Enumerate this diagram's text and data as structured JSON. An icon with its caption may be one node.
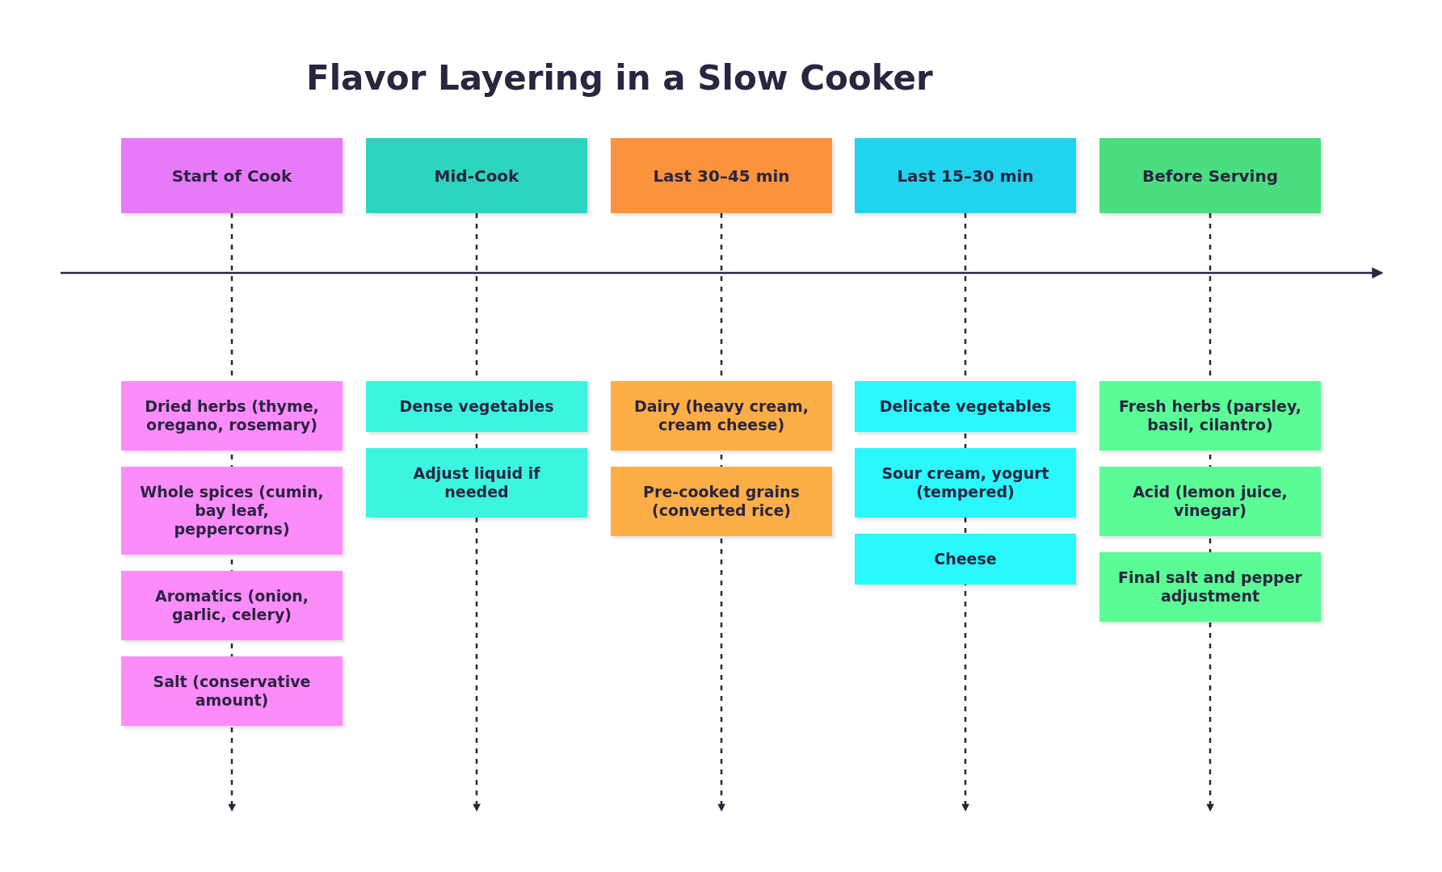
{
  "diagram": {
    "title": "Flavor Layering in a Slow Cooker",
    "nodes": [
      {
        "text": [
          "Start of Cook"
        ]
      },
      {
        "text": [
          "Mid-Cook"
        ]
      },
      {
        "text": [
          "Last 30–45 min"
        ]
      },
      {
        "text": [
          "Last 15–30 min"
        ]
      },
      {
        "text": [
          "Before Serving"
        ]
      },
      {
        "text": [
          "Dried herbs (thyme, oregano, rosemary)"
        ]
      },
      {
        "text": [
          "Whole spices (cumin, bay leaf, peppercorns)"
        ]
      },
      {
        "text": [
          "Aromatics (onion, garlic, celery)"
        ]
      },
      {
        "text": [
          "Salt (conservative amount)"
        ]
      },
      {
        "text": [
          "Dense vegetables"
        ]
      },
      {
        "text": [
          "Adjust liquid if needed"
        ]
      },
      {
        "text": [
          "Dairy (heavy cream, cream cheese)"
        ]
      },
      {
        "text": [
          "Pre-cooked grains (converted rice)"
        ]
      },
      {
        "text": [
          "Delicate vegetables"
        ]
      },
      {
        "text": [
          "Sour cream, yogurt (tempered)"
        ]
      },
      {
        "text": [
          "Cheese"
        ]
      },
      {
        "text": [
          "Fresh herbs (parsley, basil, cilantro)"
        ]
      },
      {
        "text": [
          "Acid (lemon juice, vinegar)"
        ]
      },
      {
        "text": [
          "Final salt and pepper adjustment"
        ]
      }
    ],
    "edges": [
      {
        "from": 0,
        "to": null,
        "arrow": "to",
        "style": "dashed"
      },
      {
        "from": 1,
        "to": null,
        "arrow": "to",
        "style": "dashed"
      },
      {
        "from": 2,
        "to": null,
        "arrow": "to",
        "style": "dashed"
      },
      {
        "from": 3,
        "to": null,
        "arrow": "to",
        "style": "dashed"
      },
      {
        "from": 4,
        "to": null,
        "arrow": "to",
        "style": "dashed"
      }
    ]
  }
}
